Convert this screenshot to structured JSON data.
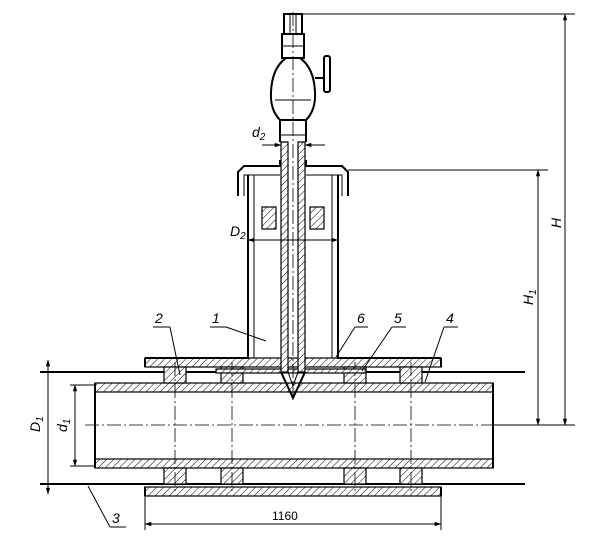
{
  "labels": {
    "part_1": "1",
    "part_2": "2",
    "part_3": "3",
    "part_4": "4",
    "part_5": "5",
    "part_6": "6"
  },
  "dimensions": {
    "D1_main": "D",
    "D1_sub": "1",
    "d1_main": "d",
    "d1_sub": "1",
    "D2_main": "D",
    "D2_sub": "2",
    "d2_main": "d",
    "d2_sub": "2",
    "H": "H",
    "H1_main": "H",
    "H1_sub": "1",
    "length": "1160"
  }
}
